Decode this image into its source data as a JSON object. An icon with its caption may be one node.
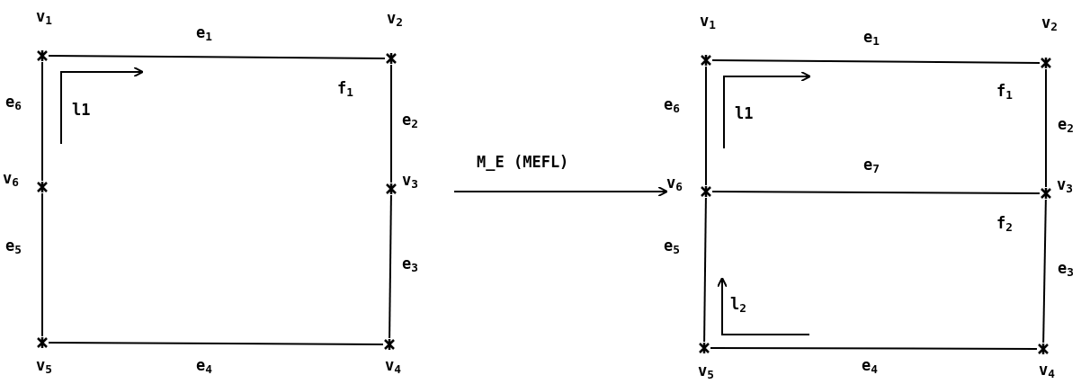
{
  "diagram": {
    "nodes": [
      {
        "text": [
          "v$_{1}$"
        ]
      },
      {
        "text": [
          "v$_{2}$"
        ]
      },
      {
        "text": [
          "v$_{3}$"
        ]
      },
      {
        "text": [
          "v$_{4}$"
        ]
      },
      {
        "text": [
          "v$_{5}$"
        ]
      },
      {
        "text": [
          "v$_{6}$"
        ]
      },
      {
        "text": [
          "v$_{1}$"
        ]
      },
      {
        "text": [
          "v$_{2}$"
        ]
      },
      {
        "text": [
          "v$_{3}$"
        ]
      },
      {
        "text": [
          "v$_{4}$"
        ]
      },
      {
        "text": [
          "v$_{5}$"
        ]
      },
      {
        "text": [
          "v$_{6}$"
        ]
      }
    ],
    "edges": [
      {
        "from": 0,
        "to": 1,
        "arrow": "none",
        "label": "e$_{1}$"
      },
      {
        "from": 1,
        "to": 2,
        "arrow": "none",
        "label": "e$_{2}$"
      },
      {
        "from": 2,
        "to": 3,
        "arrow": "none",
        "label": "e$_{3}$"
      },
      {
        "from": 3,
        "to": 4,
        "arrow": "none",
        "label": "e$_{4}$"
      },
      {
        "from": 4,
        "to": 5,
        "arrow": "none",
        "label": "e$_{5}$"
      },
      {
        "from": 5,
        "to": 0,
        "arrow": "none",
        "label": "e$_{6}$"
      },
      {
        "from": 6,
        "to": 7,
        "arrow": "none",
        "label": "e$_{1}$"
      },
      {
        "from": 7,
        "to": 8,
        "arrow": "none",
        "label": "e$_{2}$"
      },
      {
        "from": 8,
        "to": 9,
        "arrow": "none",
        "label": "e$_{3}$"
      },
      {
        "from": 9,
        "to": 10,
        "arrow": "none",
        "label": "e$_{4}$"
      },
      {
        "from": 10,
        "to": 11,
        "arrow": "none",
        "label": "e$_{5}$"
      },
      {
        "from": 11,
        "to": 6,
        "arrow": "none",
        "label": "e$_{6}$"
      },
      {
        "from": 11,
        "to": 8,
        "arrow": "none",
        "label": "e$_{7}$"
      },
      {
        "from": null,
        "to": 11,
        "arrow": "to",
        "label": "M_E (MEFL)"
      }
    ],
    "labels": [
      "f$_{1}$",
      "l1",
      "f$_{1}$",
      "l1",
      "f$_{2}$",
      "l$_{2}$"
    ]
  }
}
